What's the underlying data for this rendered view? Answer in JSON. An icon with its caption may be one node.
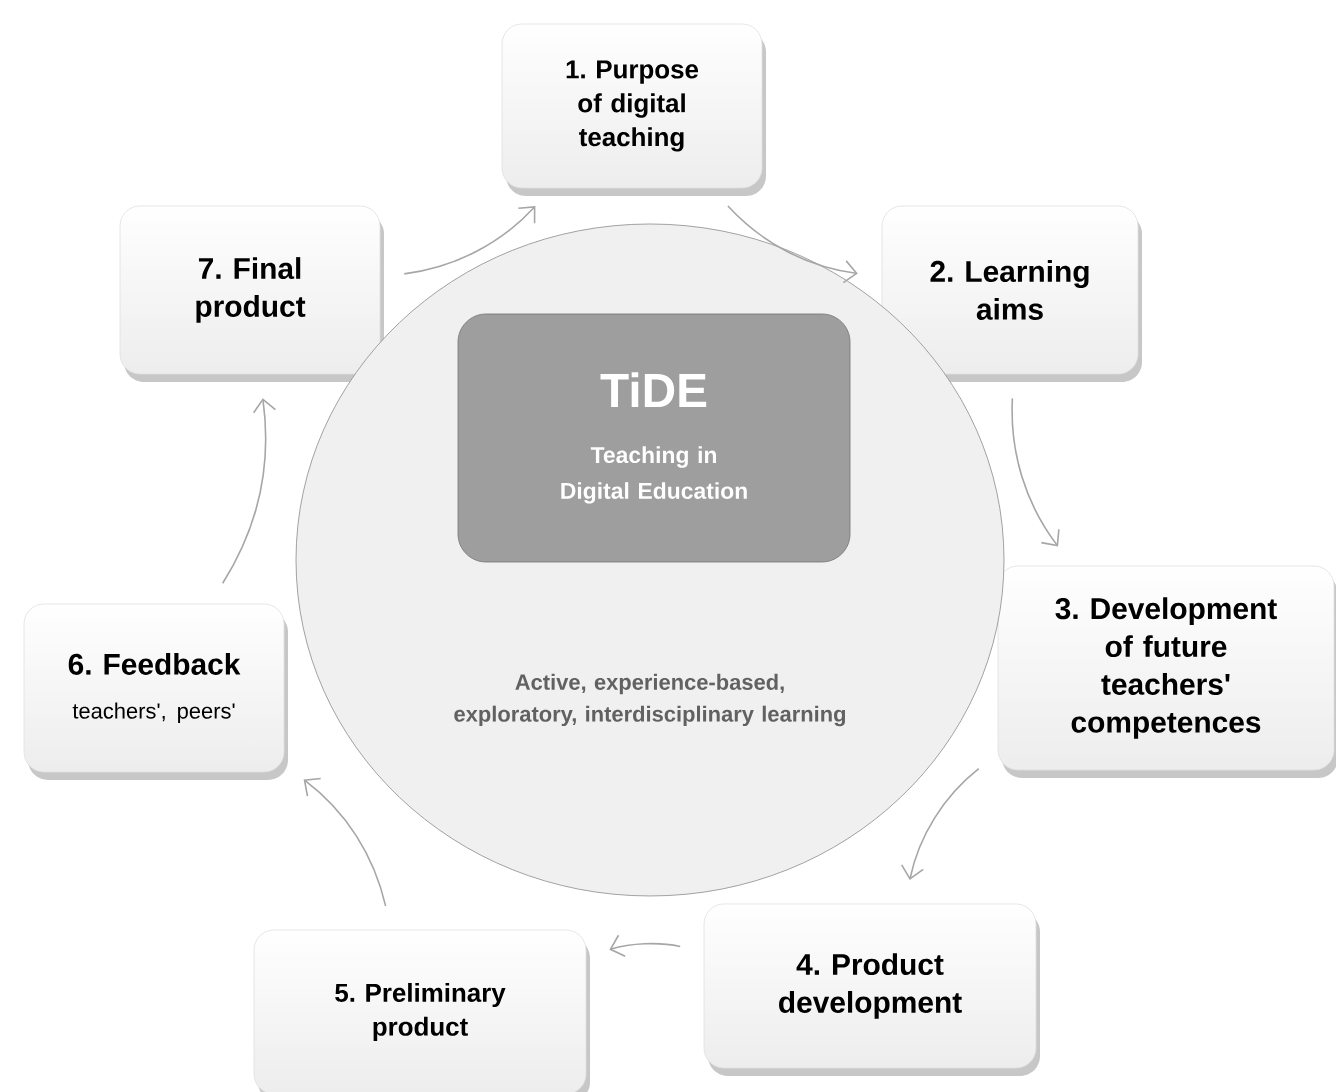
{
  "diagram": {
    "nodes": [
      {
        "text": [
          "1. Purpose of digital teaching"
        ]
      },
      {
        "text": [
          "2. Learning aims"
        ]
      },
      {
        "text": [
          "3. Development of future teachers' competences"
        ]
      },
      {
        "text": [
          "4. Product development"
        ]
      },
      {
        "text": [
          "5. Preliminary product"
        ]
      },
      {
        "text": [
          "6. Feedback",
          "teachers', peers'"
        ]
      },
      {
        "text": [
          "7. Final product"
        ]
      },
      {
        "text": [
          "Active, experience-based, exploratory, interdisciplinary learning"
        ]
      },
      {
        "text": [
          "TiDE",
          "Teaching in Digital Education"
        ],
        "in": 7
      }
    ],
    "edges": [
      {
        "from": 0,
        "to": 1,
        "arrow": "to"
      },
      {
        "from": 1,
        "to": 2,
        "arrow": "to"
      },
      {
        "from": 2,
        "to": 3,
        "arrow": "to"
      },
      {
        "from": 3,
        "to": 4,
        "arrow": "to"
      },
      {
        "from": 4,
        "to": 5,
        "arrow": "to"
      },
      {
        "from": 5,
        "to": 6,
        "arrow": "to"
      },
      {
        "from": 6,
        "to": 0,
        "arrow": "to"
      }
    ]
  }
}
